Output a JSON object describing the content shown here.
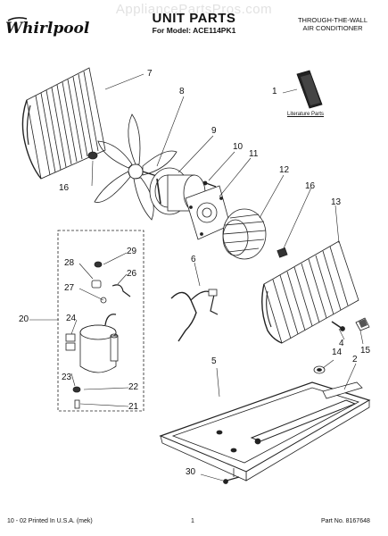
{
  "watermark": "AppliancePartsPros.com",
  "logo_text": "Whirlpool",
  "title": "UNIT PARTS",
  "model_line": "For Model: ACE114PK1",
  "product_type": [
    "THROUGH-THE-WALL",
    "AIR CONDITIONER"
  ],
  "literature_label": "Literature Parts",
  "callouts": [
    "1",
    "2",
    "4",
    "5",
    "6",
    "7",
    "8",
    "9",
    "10",
    "11",
    "12",
    "13",
    "14",
    "15",
    "16",
    "16",
    "20",
    "21",
    "22",
    "23",
    "24",
    "26",
    "27",
    "28",
    "29",
    "30"
  ],
  "footer": {
    "left": "10 - 02 Printed In U.S.A. (mek)",
    "page": "1",
    "right": "Part No. 8167648"
  }
}
